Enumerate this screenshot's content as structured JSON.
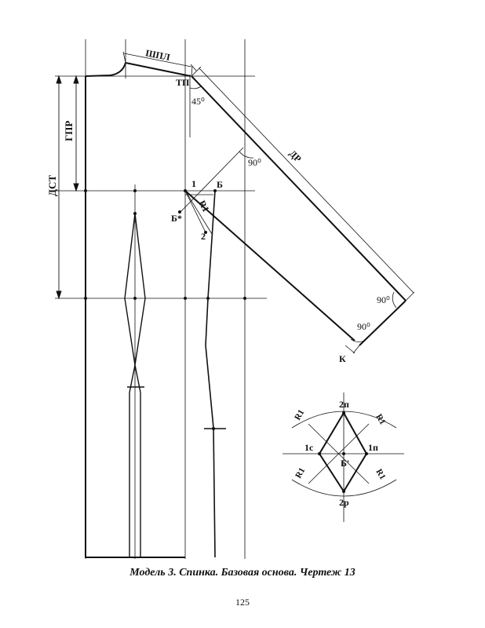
{
  "drawing": {
    "labels": {
      "shpl": "ШПЛ",
      "tp": "ТП",
      "angle45": "45⁰",
      "gpr": "ГПР",
      "dst": "ДСТ",
      "angle90_top": "90⁰",
      "dr": "ДР",
      "pt1": "1",
      "ptB": "Б",
      "r1_main": "R1",
      "ptBstar": "Б*",
      "pt2": "2",
      "angle90_right": "90⁰",
      "angle90_bottom": "90⁰",
      "ptK": "К"
    },
    "construction": {
      "top": "2п",
      "left": "1с",
      "center": "Б'",
      "right": "1п",
      "bottom": "2р",
      "r_tl": "R1",
      "r_tr": "R1",
      "r_bl": "R1",
      "r_br": "R1"
    }
  },
  "caption": "Модель 3. Спинка. Базовая основа. Чертеж 13",
  "page_number": "125"
}
